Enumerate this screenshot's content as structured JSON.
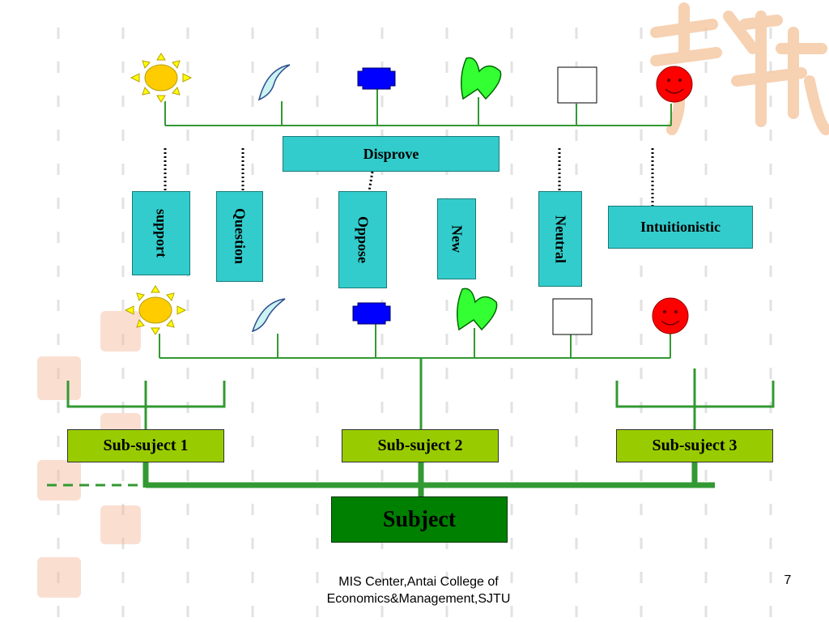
{
  "colors": {
    "teal_box": "#33cccc",
    "sub_box": "#99cc00",
    "subject_box": "#008000",
    "connector": "#339933",
    "watermark": "#f5c6a0"
  },
  "stances": [
    {
      "label": "support",
      "icon": "sun-icon"
    },
    {
      "label": "Question",
      "icon": "crescent-icon"
    },
    {
      "label": "Oppose",
      "icon": "blue-octagon-icon"
    },
    {
      "label": "New",
      "icon": "heart-leaf-icon"
    },
    {
      "label": "Neutral",
      "icon": "empty-square-icon"
    },
    {
      "label": "Intuitionistic",
      "icon": "smiley-face-icon"
    }
  ],
  "disprove_label": "Disprove",
  "sub_subjects": [
    "Sub-suject 1",
    "Sub-suject 2",
    "Sub-suject 3"
  ],
  "subject_label": "Subject",
  "footer": {
    "line1": "MIS Center,Antai College of",
    "line2": "Economics&Management,SJTU",
    "page_number": "7"
  }
}
